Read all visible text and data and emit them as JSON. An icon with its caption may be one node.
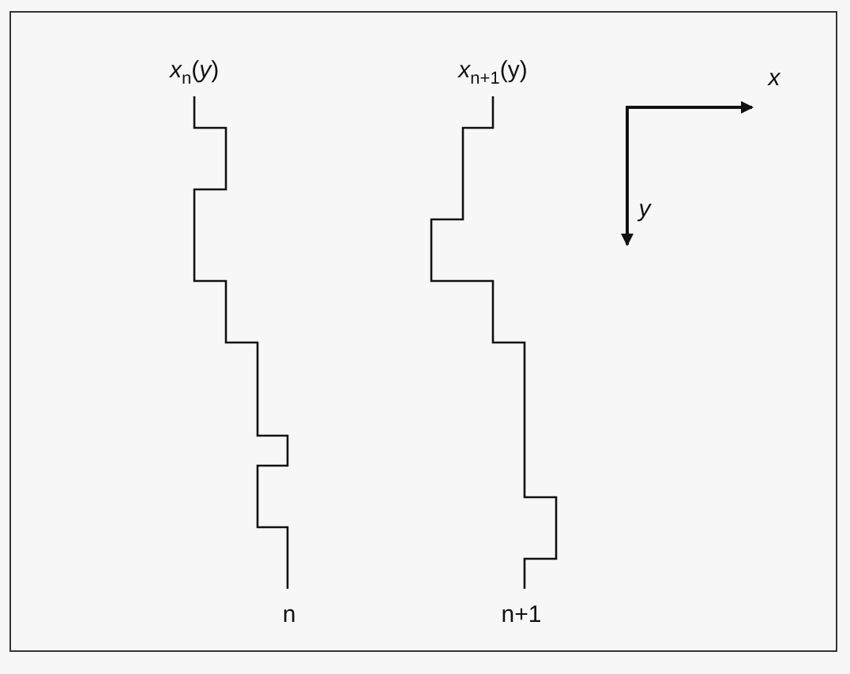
{
  "diagram": {
    "labels": [
      "*x*$_{n}$(*y*)",
      "*x*$_{n+1}$(y)",
      "x",
      "y",
      "n",
      "n+1"
    ]
  }
}
